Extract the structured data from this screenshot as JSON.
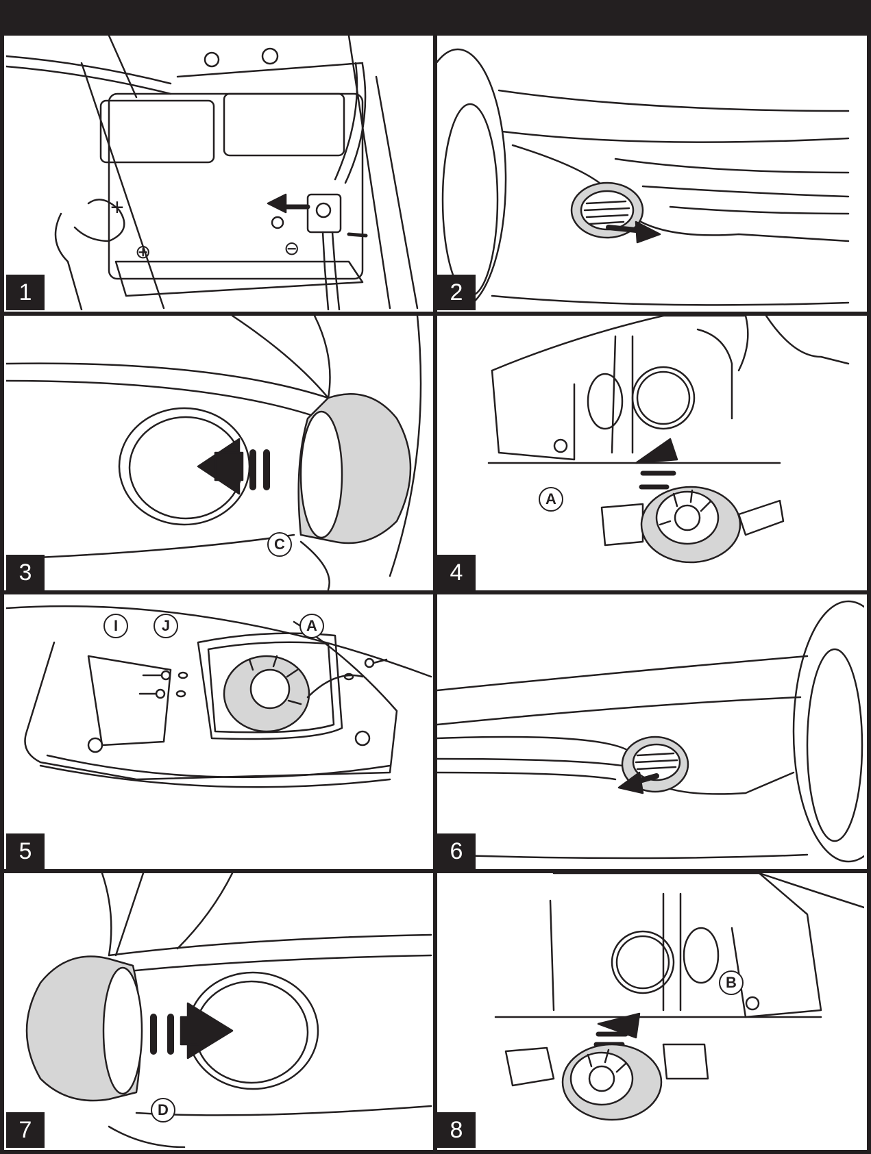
{
  "steps": [
    {
      "number": "1",
      "icon": "battery-disconnect-icon"
    },
    {
      "number": "2",
      "icon": "bezel-removal-icon"
    },
    {
      "number": "3",
      "icon": "bezel-install-icon"
    },
    {
      "number": "4",
      "icon": "fog-lamp-insert-icon"
    },
    {
      "number": "5",
      "icon": "bolt-fastening-icon"
    },
    {
      "number": "6",
      "icon": "bezel-removal-icon"
    },
    {
      "number": "7",
      "icon": "bezel-install-icon"
    },
    {
      "number": "8",
      "icon": "fog-lamp-insert-icon"
    }
  ],
  "callouts": {
    "p3": "C",
    "p4": "A",
    "p5_i": "I",
    "p5_j": "J",
    "p5_a": "A",
    "p7": "D",
    "p8": "B"
  },
  "battery": {
    "plus_cable": "+",
    "plus_post": "⊕",
    "minus_post": "⊖"
  },
  "colors": {
    "ink": "#231f20",
    "part_fill": "#d6d6d6",
    "paper": "#ffffff"
  }
}
